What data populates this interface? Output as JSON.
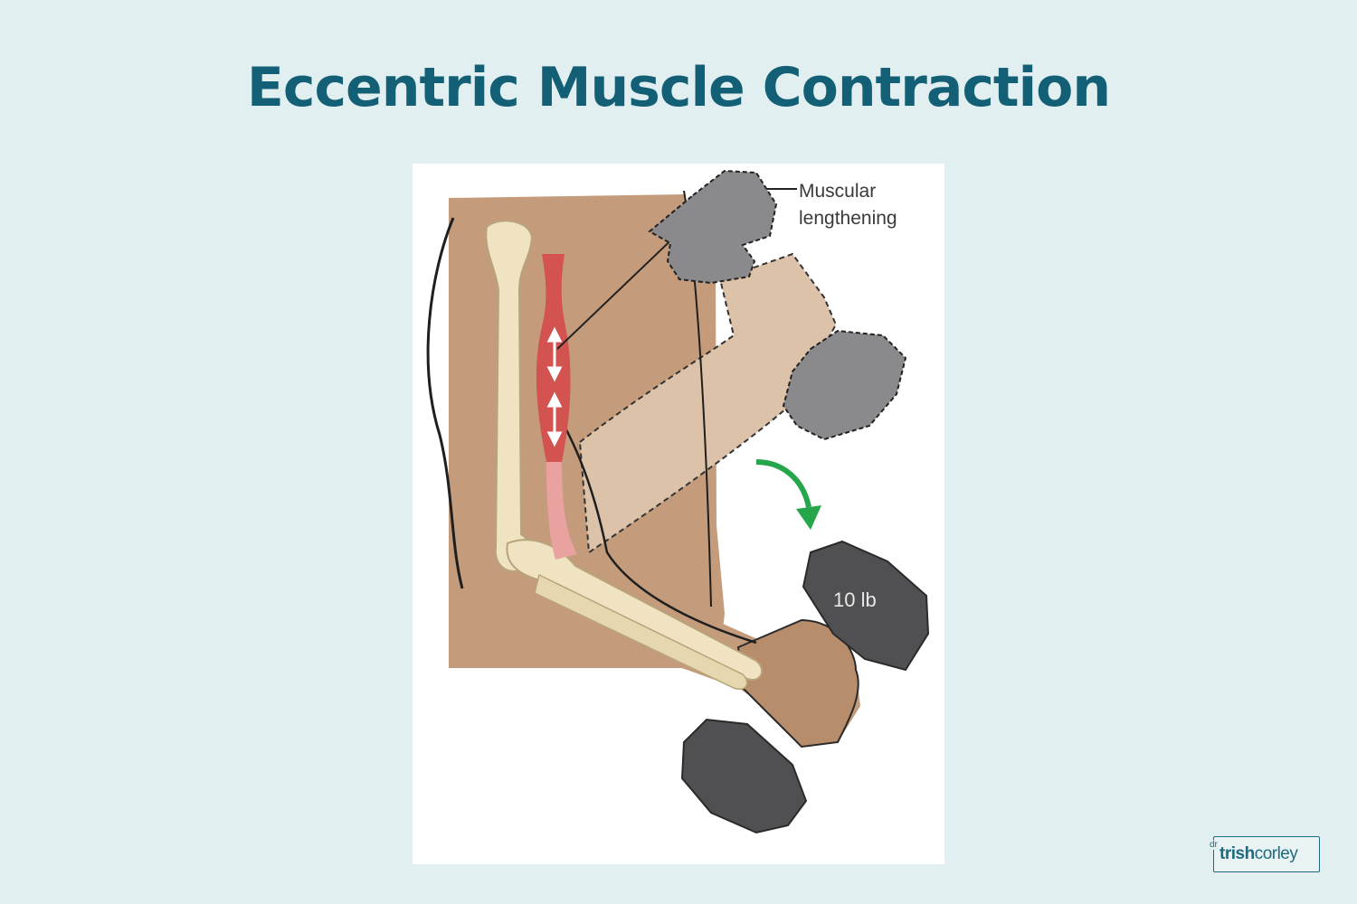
{
  "title": "Eccentric Muscle Contraction",
  "figure": {
    "callout_line1": "Muscular",
    "callout_line2": "lengthening",
    "weight_label": "10 lb"
  },
  "logo": {
    "prefix": "dr",
    "name_bold": "trish",
    "name_regular": "corley"
  },
  "colors": {
    "background": "#e1eff0",
    "title": "#135f75",
    "skin": "#c49c7c",
    "ghost_skin": "#ddc2aa",
    "bone": "#efe3c2",
    "muscle": "#d2534f",
    "weight": "#505052",
    "arrow": "#26a64b"
  },
  "icons": [
    "down-arrow-icon",
    "double-arrow-icon"
  ]
}
